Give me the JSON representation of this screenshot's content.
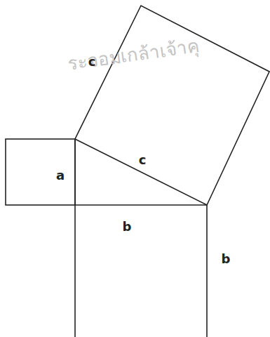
{
  "diagram": {
    "labels": [
      "ระจอมเกล้าเจ้าคุ",
      "c",
      "c",
      "a",
      "b",
      "b"
    ]
  }
}
